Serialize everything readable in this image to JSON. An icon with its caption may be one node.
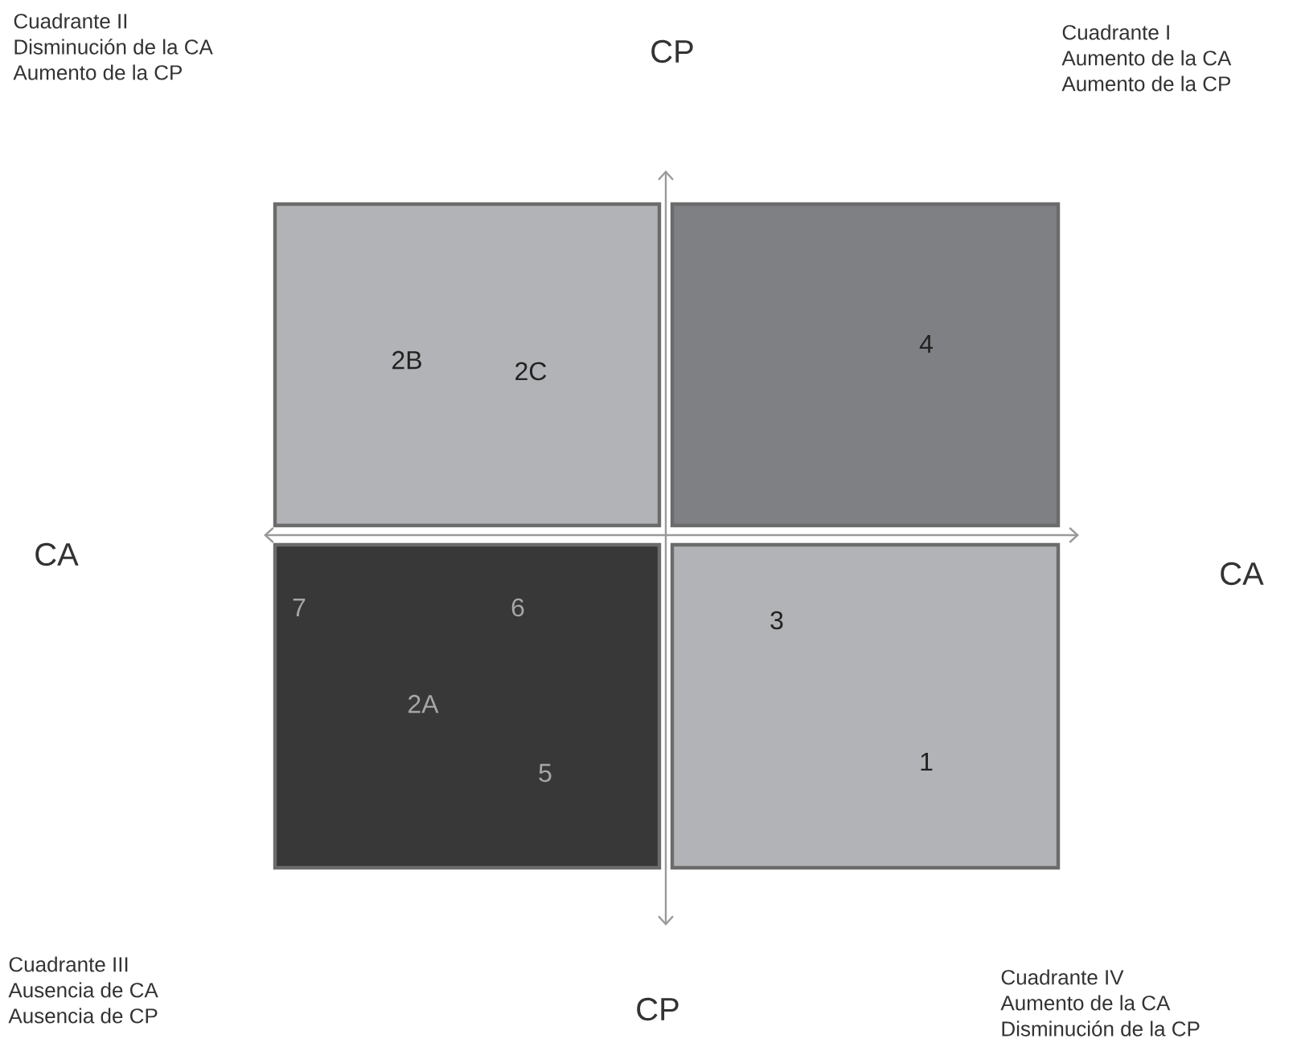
{
  "diagram": {
    "nodes": [
      {
        "text": [
          "2B",
          "2C"
        ]
      },
      {
        "text": [
          "4"
        ]
      },
      {
        "text": [
          "7",
          "6",
          "2A",
          "5"
        ]
      },
      {
        "text": [
          "3",
          "1"
        ]
      }
    ],
    "labels": [
      "Cuadrante II",
      "Disminución de la CA",
      "Aumento de la CP",
      "CP",
      "Cuadrante I",
      "Aumento de la CA",
      "Aumento de la CP",
      "CA",
      "CA",
      "Cuadrante III",
      "Ausencia de CA",
      "Ausencia de CP",
      "CP",
      "Cuadrante IV",
      "Aumento de la CA",
      "Disminución de la CP"
    ]
  }
}
